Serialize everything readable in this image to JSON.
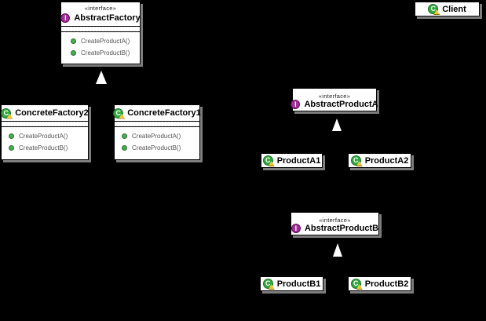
{
  "diagram": {
    "stereotype_label": "«interface»",
    "icon_letters": {
      "interface": "I",
      "class": "C"
    },
    "colors": {
      "background": "#000000",
      "box_fill": "#ffffff",
      "box_border": "#000000",
      "box_shadow": "#7d7d7d",
      "interface_icon": "#A12C96",
      "class_icon": "#2FA83C",
      "warning_overlay": "#F2C53D",
      "method_bullet": "#44B04E",
      "method_text": "#555555",
      "arrowhead": "#ffffff"
    },
    "nodes": {
      "abstract_factory": {
        "stereotype": "«interface»",
        "name": "AbstractFactory",
        "methods": [
          "CreateProductA()",
          "CreateProductB()"
        ]
      },
      "client": {
        "name": "Client"
      },
      "concrete_factory2": {
        "name": "ConcreteFactory2",
        "methods": [
          "CreateProductA()",
          "CreateProductB()"
        ]
      },
      "concrete_factory1": {
        "name": "ConcreteFactory1",
        "methods": [
          "CreateProductA()",
          "CreateProductB()"
        ]
      },
      "abstract_product_a": {
        "stereotype": "«interface»",
        "name": "AbstractProductA"
      },
      "product_a1": {
        "name": "ProductA1"
      },
      "product_a2": {
        "name": "ProductA2"
      },
      "abstract_product_b": {
        "stereotype": "«interface»",
        "name": "AbstractProductB"
      },
      "product_b1": {
        "name": "ProductB1"
      },
      "product_b2": {
        "name": "ProductB2"
      }
    },
    "relationships": [
      {
        "kind": "generalization-arrowhead",
        "points_to": "AbstractFactory"
      },
      {
        "kind": "generalization-arrowhead",
        "points_to": "AbstractProductA"
      },
      {
        "kind": "generalization-arrowhead",
        "points_to": "AbstractProductB"
      }
    ]
  }
}
